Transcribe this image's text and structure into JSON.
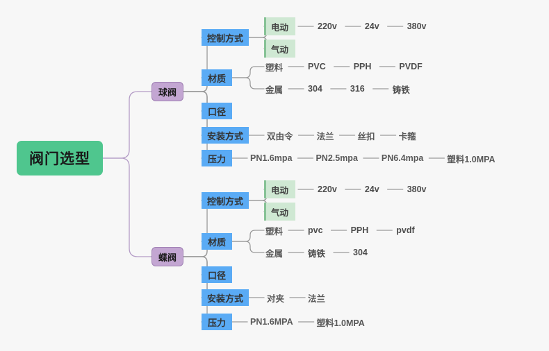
{
  "diagram": {
    "title": "阀门选型",
    "type": "mindmap",
    "background": "#f7f7f7",
    "colors": {
      "root": "#4fc68e",
      "branch": "#c3a6d2",
      "branch_border": "#9f7fb3",
      "attribute": "#5aabf5",
      "green_leaf": "#cfe8d3",
      "green_leaf_border": "#86c295",
      "leaf_text": "#595959",
      "root_edge": "#b49cc6",
      "edge": "#9a9a9a"
    }
  },
  "root": {
    "label": "阀门选型"
  },
  "branches": [
    {
      "label": "球阀",
      "attributes": [
        {
          "label": "控制方式",
          "groups": [
            {
              "label": "电动",
              "style": "green",
              "items": [
                "220v",
                "24v",
                "380v"
              ]
            },
            {
              "label": "气动",
              "style": "green",
              "items": []
            }
          ]
        },
        {
          "label": "材质",
          "groups": [
            {
              "label": "塑料",
              "style": "plain",
              "items": [
                "PVC",
                "PPH",
                "PVDF"
              ]
            },
            {
              "label": "金属",
              "style": "plain",
              "items": [
                "304",
                "316",
                "铸铁"
              ]
            }
          ]
        },
        {
          "label": "口径",
          "groups": []
        },
        {
          "label": "安装方式",
          "groups": [
            {
              "label": "双由令",
              "style": "inline",
              "items": [
                "法兰",
                "丝扣",
                "卡箍"
              ]
            }
          ]
        },
        {
          "label": "压力",
          "groups": [
            {
              "label": "PN1.6mpa",
              "style": "inline",
              "items": [
                "PN2.5mpa",
                "PN6.4mpa",
                "塑料1.0MPA"
              ]
            }
          ]
        }
      ]
    },
    {
      "label": "蝶阀",
      "attributes": [
        {
          "label": "控制方式",
          "groups": [
            {
              "label": "电动",
              "style": "green",
              "items": [
                "220v",
                "24v",
                "380v"
              ]
            },
            {
              "label": "气动",
              "style": "green",
              "items": []
            }
          ]
        },
        {
          "label": "材质",
          "groups": [
            {
              "label": "塑料",
              "style": "plain",
              "items": [
                "pvc",
                "PPH",
                "pvdf"
              ]
            },
            {
              "label": "金属",
              "style": "plain",
              "items": [
                "铸铁",
                "304"
              ]
            }
          ]
        },
        {
          "label": "口径",
          "groups": []
        },
        {
          "label": "安装方式",
          "groups": [
            {
              "label": "对夹",
              "style": "inline",
              "items": [
                "法兰"
              ]
            }
          ]
        },
        {
          "label": "压力",
          "groups": [
            {
              "label": "PN1.6MPA",
              "style": "inline",
              "items": [
                "塑料1.0MPA"
              ]
            }
          ]
        }
      ]
    }
  ]
}
